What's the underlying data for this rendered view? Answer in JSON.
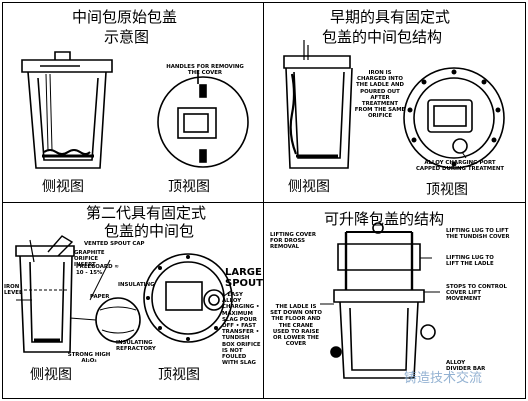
{
  "panels": {
    "top_left": {
      "title_line1": "中间包原始包盖",
      "title_line2": "示意图",
      "side_label": "侧视图",
      "top_label": "顶视图",
      "handles_note": "HANDLES FOR REMOVING THE COVER"
    },
    "top_right": {
      "title_line1": "早期的具有固定式",
      "title_line2": "包盖的中间包结构",
      "side_label": "侧视图",
      "top_label": "顶视图",
      "iron_note": "IRON IS CHARGED INTO THE LADLE AND POURED OUT AFTER TREATMENT FROM THE SAME ORIFICE",
      "port_note": "ALLOY CHARGING PORT CAPPED DURING TREATMENT"
    },
    "bottom_left": {
      "title_line1": "第二代具有固定式",
      "title_line2": "包盖的中间包",
      "side_label": "侧视图",
      "top_label": "顶视图",
      "vented_cap": "VENTED SPOUT CAP",
      "graphite_insert": "GRAPHITE ORIFICE INSERT",
      "freeboard": "FREEBOARD ≈ 10 - 15%",
      "iron_level": "IRON LEVEL",
      "insulating": "INSULATING",
      "paper": "PAPER",
      "insulating_refractory": "INSULATING REFRACTORY",
      "strong_high": "STRONG HIGH Al₂O₃",
      "large_spout": "LARGE SPOUT",
      "spout_benefits": "• EASY ALLOY CHARGING • MAXIMUM SLAG POUR OFF • FAST TRANSFER • TUNDISH BOX ORIFICE IS NOT FOULED WITH SLAG"
    },
    "bottom_right": {
      "title": "可升降包盖的结构",
      "lifting_cover": "LIFTING COVER FOR DROSS REMOVAL",
      "lug_tundish": "LIFTING LUG TO LIFT THE TUNDISH COVER",
      "lug_ladle": "LIFTING LUG TO LIFT THE LADLE",
      "stops": "STOPS TO CONTROL COVER LIFT MOVEMENT",
      "ladle_note": "THE LADLE IS SET DOWN ONTO THE FLOOR AND THE CRANE USED TO RAISE OR LOWER THE COVER",
      "alloy_bar": "ALLOY DIVIDER BAR",
      "watermark": "铸造技术交流"
    }
  }
}
